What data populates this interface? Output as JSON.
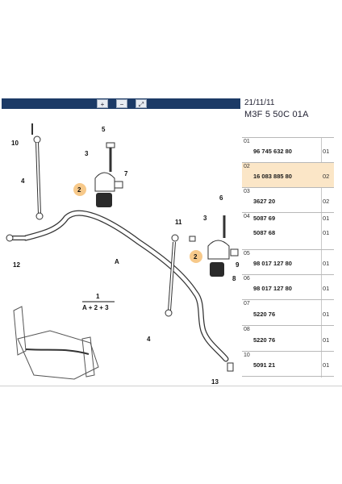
{
  "header": {
    "date": "21/11/11",
    "code": "M3F  5  50C  01A"
  },
  "toolbar": {
    "icons": [
      "zoom-in-icon",
      "zoom-out-icon",
      "zoom-fit-icon"
    ]
  },
  "diagram": {
    "callouts": [
      "10",
      "5",
      "3",
      "4",
      "7",
      "2",
      "6",
      "11",
      "3",
      "9",
      "12",
      "A",
      "2",
      "8",
      "1",
      "A + 2 + 3",
      "4",
      "13"
    ]
  },
  "parts": [
    {
      "index": "01",
      "ref": "96 745 632 80",
      "qty": "01",
      "highlight": false
    },
    {
      "index": "02",
      "ref": "16 083 885 80",
      "qty": "02",
      "highlight": true
    },
    {
      "index": "03",
      "ref": "3627 20",
      "qty": "02",
      "highlight": false
    },
    {
      "index": "04",
      "ref": "5087 69",
      "qty": "01",
      "highlight": false,
      "ref2": "5087 68",
      "qty2": "01"
    },
    {
      "index": "05",
      "ref": "98 017 127 80",
      "qty": "01",
      "highlight": false
    },
    {
      "index": "06",
      "ref": "98 017 127 80",
      "qty": "01",
      "highlight": false
    },
    {
      "index": "07",
      "ref": "5220 76",
      "qty": "01",
      "highlight": false
    },
    {
      "index": "08",
      "ref": "5220 76",
      "qty": "01",
      "highlight": false
    },
    {
      "index": "10",
      "ref": "5091 21",
      "qty": "01",
      "highlight": false
    }
  ]
}
